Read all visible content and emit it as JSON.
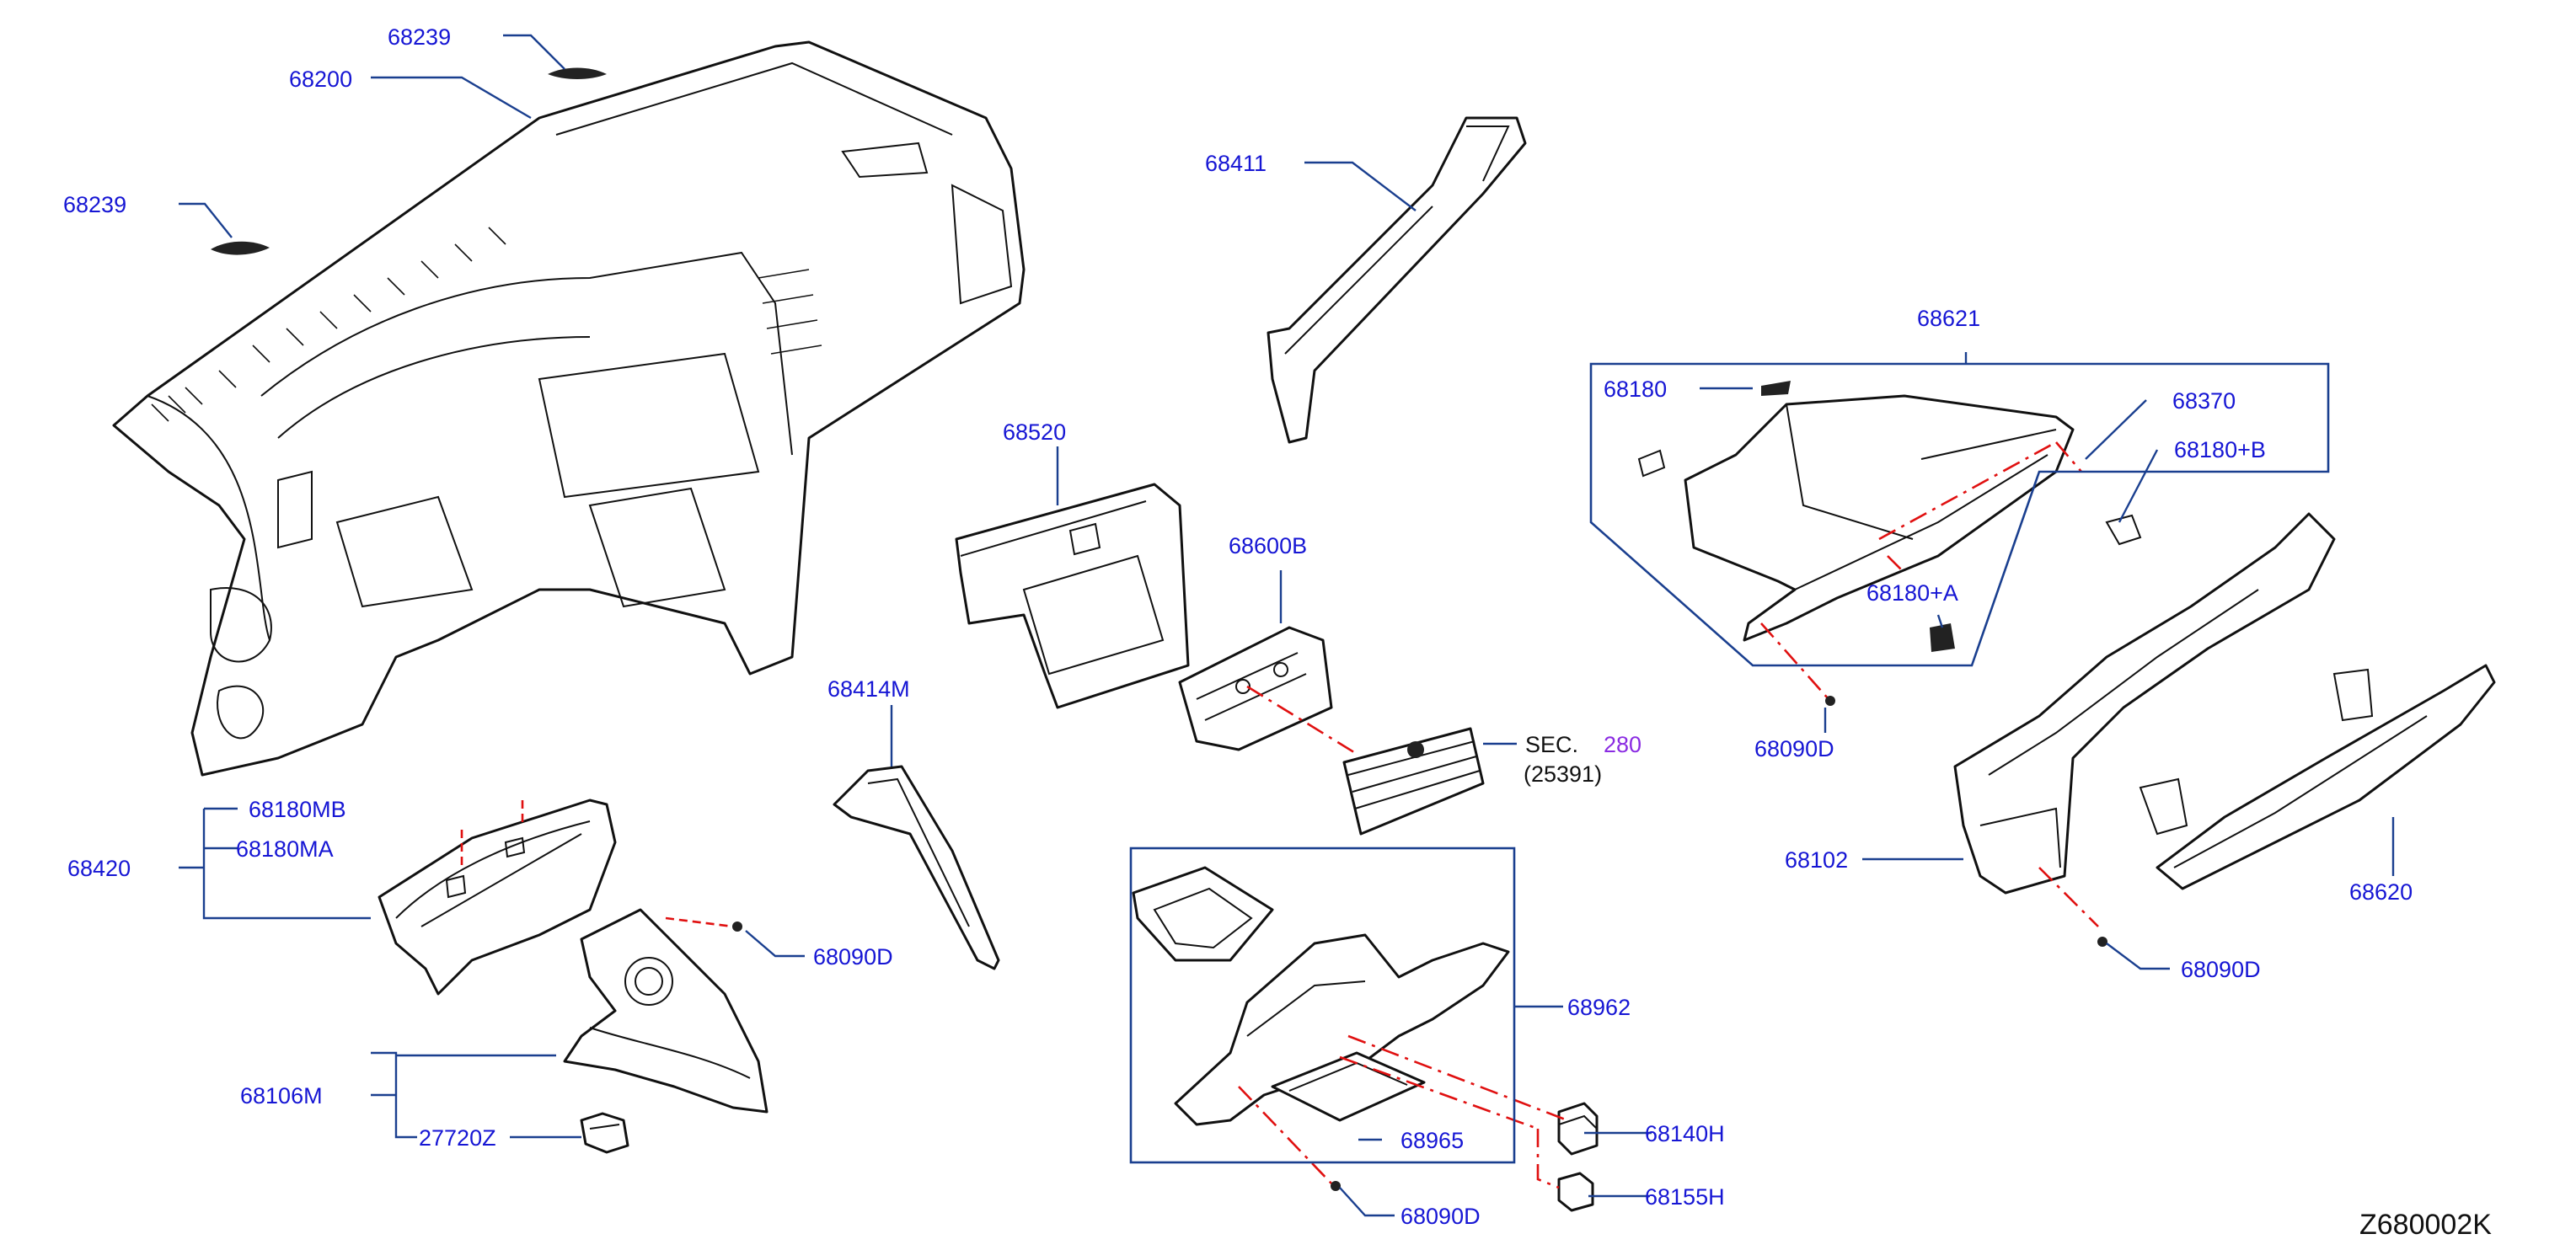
{
  "diagram": {
    "drawing_code": "Z680002K",
    "labels": {
      "p68239_top": "68239",
      "p68200": "68200",
      "p68239_left": "68239",
      "p68411": "68411",
      "p68621": "68621",
      "p68180": "68180",
      "p68370": "68370",
      "p68180B": "68180+B",
      "p68180A": "68180+A",
      "p68090D_right_upper": "68090D",
      "p68520": "68520",
      "p68600B": "68600B",
      "sec_prefix": "SEC.",
      "sec_number": "280",
      "sec_sub": "(25391)",
      "p68414M": "68414M",
      "p68180MB": "68180MB",
      "p68180MA": "68180MA",
      "p68420": "68420",
      "p68090D_center": "68090D",
      "p68106M": "68106M",
      "p27720Z": "27720Z",
      "p68962": "68962",
      "p68965": "68965",
      "p68140H": "68140H",
      "p68155H": "68155H",
      "p68090D_bottom": "68090D",
      "p68102": "68102",
      "p68620": "68620",
      "p68090D_right_lower": "68090D"
    },
    "colors": {
      "label_text": "#1616d4",
      "leader_line": "#1a3f8f",
      "hidden_line": "#e01010",
      "section_ref": "#8a2be2",
      "part_outline": "#111111"
    }
  }
}
